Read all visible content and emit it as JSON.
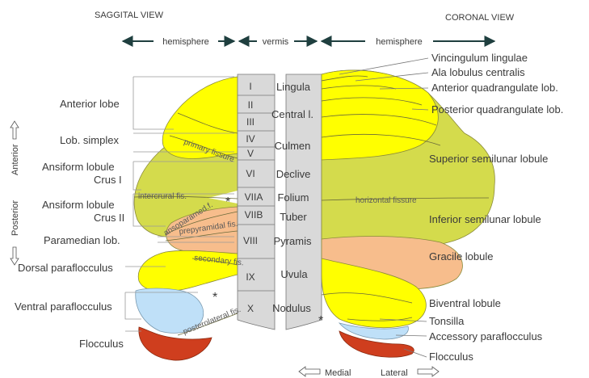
{
  "header": {
    "sagittal_view": "SAGGITAL VIEW",
    "coronal_view": "CORONAL VIEW",
    "hemisphere_left": "hemisphere",
    "vermis": "vermis",
    "hemisphere_right": "hemisphere"
  },
  "orientation": {
    "anterior": "Anterior",
    "posterior": "Posterior",
    "medial": "Medial",
    "lateral": "Lateral"
  },
  "sagittal_labels": [
    "Anterior lobe",
    "Lob. simplex",
    "Ansiform lobule",
    "Crus I",
    "Ansiform lobule",
    "Crus II",
    "Paramedian lob.",
    "Dorsal paraflocculus",
    "Ventral paraflocculus",
    "Flocculus"
  ],
  "vermis_roman": [
    "I",
    "II",
    "III",
    "IV",
    "V",
    "VI",
    "VIIA",
    "VIIB",
    "VIII",
    "IX",
    "X"
  ],
  "vermis_names": [
    "Lingula",
    "Central l.",
    "Culmen",
    "Declive",
    "Folium",
    "Tuber",
    "Pyramis",
    "Uvula",
    "Nodulus"
  ],
  "fissures_sagittal": [
    "primary fissure",
    "intercrural fis.",
    "ansoparamed.f.",
    "prepyramidal fis.",
    "secondary fis.",
    "posterolateral fis."
  ],
  "fissures_coronal": [
    "horizontal fissure"
  ],
  "coronal_labels": [
    "Vincingulum lingulae",
    "Ala lobulus centralis",
    "Anterior quadrangulate lob.",
    "Posterior quadrangulate lob.",
    "Superior semilunar lobule",
    "Inferior semilunar lobule",
    "Gracile lobule",
    "Biventral lobule",
    "Tonsilla",
    "Accessory paraflocculus",
    "Flocculus"
  ],
  "asterisk": "*",
  "colors": {
    "yellow": "#ffff00",
    "olive": "#d4db4c",
    "peach": "#f7bd8c",
    "blue": "#bfe0f8",
    "red": "#cf3e1e",
    "vermis": "#d9d9d9",
    "arrow": "#1f3f3f"
  }
}
